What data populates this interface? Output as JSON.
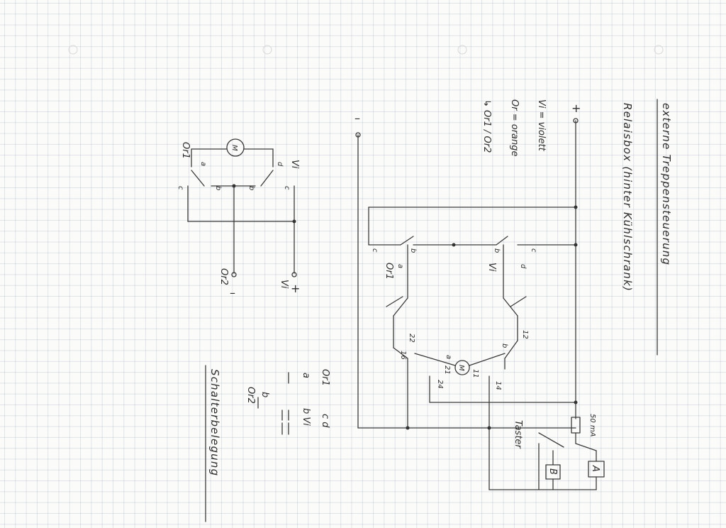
{
  "titles": {
    "main": "externe Treppensteuerung",
    "sub": "Relaisbox (hinter Kühlschrank)",
    "pinout": "Schalterbelegung"
  },
  "legend": {
    "vi": "Vi = violett",
    "or": "Or = orange",
    "split": "↳ Or1 / Or2"
  },
  "terminals": {
    "plus": "+",
    "minus": "–",
    "small_plus": "+",
    "small_minus": "–",
    "small_vi": "Vi",
    "small_or2": "Or2"
  },
  "main_schematic": {
    "switch_left_label": "Or1",
    "switch_right_label": "Vi",
    "contacts_left": [
      "c",
      "b",
      "a"
    ],
    "contacts_right": [
      "b",
      "c",
      "d"
    ],
    "motor": "M",
    "pins_left": [
      "22",
      "16",
      "21",
      "24"
    ],
    "pins_right": [
      "12",
      "11",
      "14"
    ],
    "pin_b": "b",
    "pin_a": "a",
    "fuse": "50 mA",
    "button": "Taster",
    "load_a": "A",
    "load_b": "B"
  },
  "small_schematic": {
    "motor": "M",
    "left_label": "Or1",
    "right_label": "Vi",
    "contacts": [
      "a",
      "b",
      "c",
      "d",
      "b",
      "c"
    ]
  },
  "pinout": {
    "rows": [
      [
        "Or1",
        "c d"
      ],
      [
        "a",
        "b  Vi"
      ],
      [
        "b",
        ""
      ],
      [
        "Or2",
        ""
      ]
    ]
  }
}
